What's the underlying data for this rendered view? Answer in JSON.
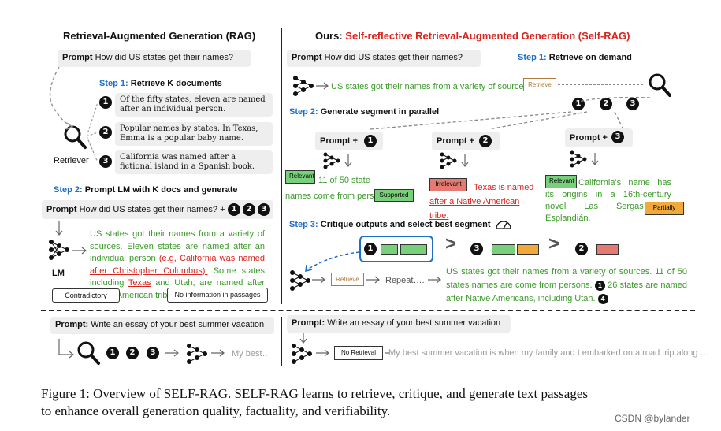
{
  "left": {
    "title": "Retrieval-Augmented Generation (RAG)",
    "prompt_label": "Prompt",
    "prompt_text": "How did US states get their names?",
    "step1_label": "Step 1:",
    "step1_text": "Retrieve K documents",
    "docs": [
      {
        "n": "1",
        "text": "Of the fifty states, eleven are named after an individual person."
      },
      {
        "n": "2",
        "text": "Popular names by states. In Texas, Emma is a popular baby name."
      },
      {
        "n": "3",
        "text": "California was named after a fictional island in a Spanish book."
      }
    ],
    "retriever_label": "Retriever",
    "step2_label": "Step 2:",
    "step2_text": "Prompt LM with K docs and generate",
    "prompt2_text": "How did US states get their names? +",
    "lm_label": "LM",
    "gen_green1": "US states got their names from a variety of sources. Eleven states are named after an individual person",
    "gen_red1": "(e.g, California was named after Christopher Columbus).",
    "gen_green2": "Some states including",
    "gen_red2": "Texas",
    "gen_green3": "and Utah, are named after Native American tribe.",
    "contradictory": "Contradictory",
    "no_info": "No information in passages",
    "bottom_prompt_label": "Prompt:",
    "bottom_prompt_text": "Write an essay of your best summer vacation",
    "bottom_output": "My best…"
  },
  "right": {
    "title_prefix": "Ours: ",
    "title_main": "Self-reflective Retrieval-Augmented Generation (",
    "title_abbr": "Self-RAG",
    "title_end": ")",
    "prompt_label": "Prompt",
    "prompt_text": "How did US states get their names?",
    "step1_label": "Step 1:",
    "step1_text": "Retrieve on demand",
    "first_output": "US states got their names from a variety of sources.",
    "retrieve_tag": "Retrieve",
    "step2_label": "Step 2:",
    "step2_text": "Generate segment in parallel",
    "prompt_plus": "Prompt +",
    "seg1_tag": "Relevant",
    "seg1_text": "11 of 50 state names come from persons.",
    "seg1_support": "Supported",
    "seg2_tag": "Irrelevant",
    "seg2_red": "Texas is named after a Native American tribe.",
    "seg3_tag": "Relevant",
    "seg3_text": "California's name has its origins in a 16th-century novel Las Sergas de Esplandián.",
    "seg3_support": "Partially",
    "step3_label": "Step 3:",
    "step3_text": "Critique outputs and select best segment",
    "repeat_text": "Repeat….",
    "final_text1": "US states got their names from a variety of sources. 11 of 50 states names are come from persons.",
    "final_text2": "26 states are named after Native Americans, including Utah.",
    "bottom_prompt_label": "Prompt:",
    "bottom_prompt_text": "Write an essay of your best summer vacation",
    "no_retrieval_tag": "No Retrieval",
    "bottom_output": "My best summer vacation is when my family and I embarked on a road trip along …"
  },
  "caption": {
    "line1": "Figure 1: Overview of SELF-RAG. SELF-RAG learns to retrieve, critique, and generate text passages",
    "line2": "to enhance overall generation quality, factuality, and verifiability."
  },
  "watermark": "CSDN @bylander",
  "colors": {
    "blue": "#1f6fc5",
    "green": "#3c9a2a",
    "red": "#d8261f",
    "tag_green": "#78d17a",
    "tag_red": "#e47a72",
    "tag_orange": "#f2a93b"
  },
  "icons": [
    "magnifier-icon",
    "neural-network-icon",
    "gauge-icon"
  ]
}
